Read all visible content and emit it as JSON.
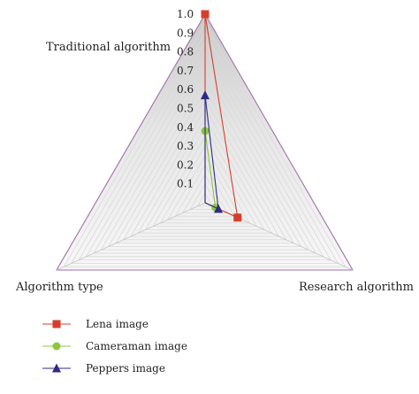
{
  "chart_data": {
    "type": "radar",
    "axes": [
      "Traditional algorithm",
      "Research algorithm",
      "Algorithm type"
    ],
    "tick_labels": [
      "0.1",
      "0.2",
      "0.3",
      "0.4",
      "0.5",
      "0.6",
      "0.7",
      "0.8",
      "0.9",
      "1.0"
    ],
    "range": [
      0,
      1
    ],
    "grid": true,
    "legend_position": "bottom-left",
    "series": [
      {
        "name": "Lena image",
        "values": [
          1.0,
          0.22,
          0.0
        ],
        "color": "#d43f2a",
        "marker": "square"
      },
      {
        "name": "Cameraman image",
        "values": [
          0.38,
          0.07,
          0.0
        ],
        "color": "#8cc63f",
        "marker": "circle"
      },
      {
        "name": "Peppers image",
        "values": [
          0.57,
          0.09,
          0.0
        ],
        "color": "#2e2a86",
        "marker": "triangle"
      }
    ]
  }
}
